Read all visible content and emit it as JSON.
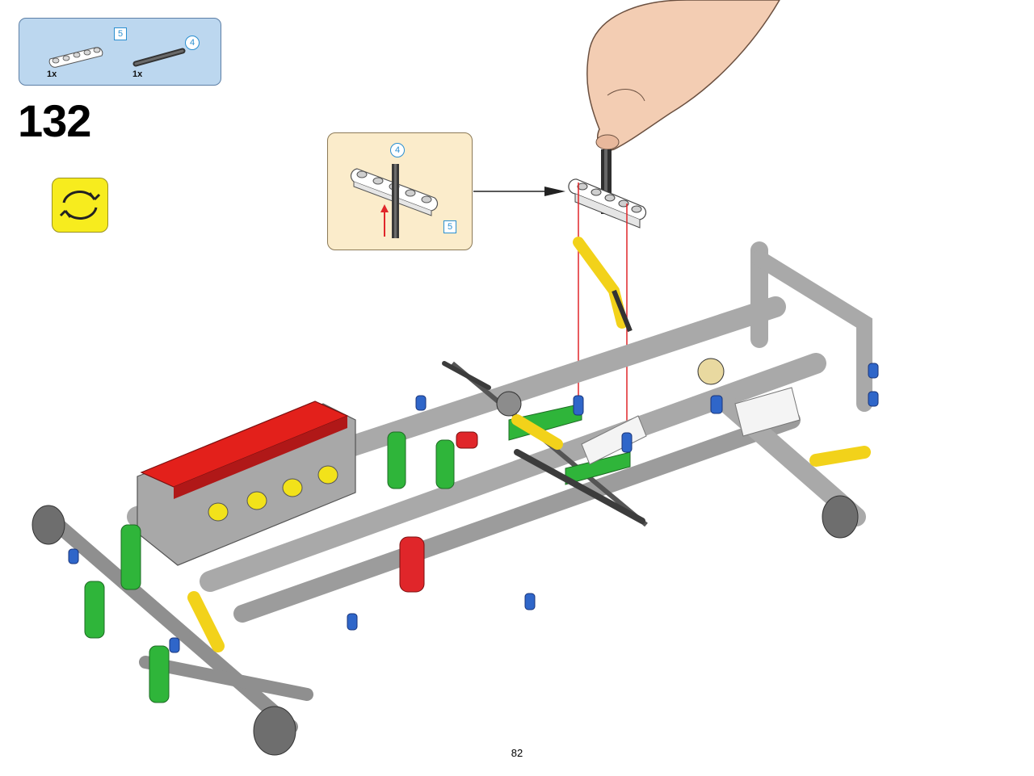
{
  "parts_list": {
    "items": [
      {
        "part": "liftarm",
        "quantity": "1x",
        "length": "5",
        "icon": "liftarm-5-icon"
      },
      {
        "part": "axle",
        "quantity": "1x",
        "length": "4",
        "icon": "axle-4-icon"
      }
    ]
  },
  "step": {
    "number": "132"
  },
  "rotate": {
    "icon": "rotate-model-icon"
  },
  "callout": {
    "axle_length": "4",
    "liftarm_length": "5"
  },
  "page": {
    "number": "82"
  },
  "colors": {
    "parts_bg": "#bcd7ef",
    "callout_bg": "#fbeccb",
    "rotate_bg": "#f7ec1e",
    "instruction_line": "#e0262a"
  }
}
